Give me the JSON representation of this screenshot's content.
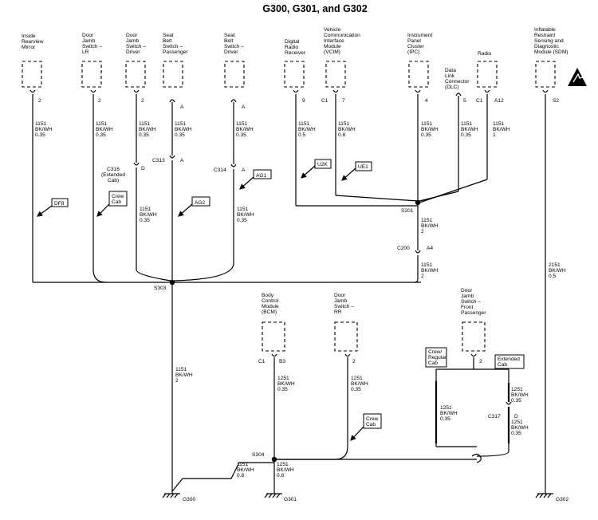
{
  "title": "G300, G301, and G302",
  "components": {
    "inside_mirror": [
      "Inside",
      "Rearview",
      "Mirror"
    ],
    "door_jamb_lr": [
      "Door",
      "Jamb",
      "Switch –",
      "LR"
    ],
    "door_jamb_driver": [
      "Door",
      "Jamb",
      "Switch –",
      "Driver"
    ],
    "seat_belt_passenger": [
      "Seat",
      "Belt",
      "Switch –",
      "Passenger"
    ],
    "seat_belt_driver": [
      "Seat",
      "Belt",
      "Switch –",
      "Driver"
    ],
    "digital_radio": [
      "Digital",
      "Radio",
      "Receiver"
    ],
    "vcim": [
      "Vehicle",
      "Communication",
      "Interface",
      "Module",
      "(VCIM)"
    ],
    "ipc": [
      "Instrument",
      "Panel",
      "Cluster",
      "(IPC)"
    ],
    "dlc": [
      "Data",
      "Link",
      "Connector",
      "(DLC)"
    ],
    "radio": [
      "Radio"
    ],
    "sdm": [
      "Inflatable",
      "Restraint",
      "Sensing and",
      "Diagnostic",
      "Module (SDM)"
    ],
    "bcm": [
      "Body",
      "Control",
      "Module",
      "(BCM)"
    ],
    "door_jamb_rr": [
      "Door",
      "Jamb",
      "Switch –",
      "RR"
    ],
    "door_jamb_front_passenger": [
      "Door",
      "Jamb",
      "Switch –",
      "Front",
      "Passenger"
    ]
  },
  "pins": {
    "inside_mirror": "2",
    "door_jamb_lr": "2",
    "door_jamb_driver": "2",
    "seat_belt_passenger": "A",
    "seat_belt_driver": "A",
    "digital_radio": "9",
    "vcim_conn": "C1",
    "vcim": "7",
    "ipc": "4",
    "dlc": "5",
    "radio_conn": "C1",
    "radio": "A12",
    "sdm": "S2",
    "bcm_conn": "C1",
    "bcm": "B3",
    "door_jamb_rr": "2",
    "door_jamb_front_passenger": "2"
  },
  "wires": {
    "w1": [
      "1151",
      "BK/WH",
      "0.35"
    ],
    "w2": [
      "1151",
      "BK/WH",
      "0.35"
    ],
    "w3": [
      "1151",
      "BK/WH",
      "0.35"
    ],
    "w4": [
      "1151",
      "BK/WH",
      "0.35"
    ],
    "w5": [
      "1151",
      "BK/WH",
      "0.35"
    ],
    "w6": [
      "1151",
      "BK/WH",
      "0.5"
    ],
    "w7": [
      "1151",
      "BK/WH",
      "0.8"
    ],
    "w8": [
      "1151",
      "BK/WH",
      "0.35"
    ],
    "w9": [
      "1151",
      "BK/WH",
      "0.35"
    ],
    "w10": [
      "1151",
      "BK/WH",
      "1"
    ],
    "w11": [
      "1151",
      "BK/WH",
      "0.35"
    ],
    "w12": [
      "1151",
      "BK/WH",
      "0.35"
    ],
    "w13": [
      "1151",
      "BK/WH",
      "2"
    ],
    "w14": [
      "1151",
      "BK/WH",
      "2"
    ],
    "w15": [
      "2151",
      "BK/WH",
      "0.5"
    ],
    "w16": [
      "1151",
      "BK/WH",
      "2"
    ],
    "w17": [
      "1251",
      "BK/WH",
      "0.35"
    ],
    "w18": [
      "1251",
      "BK/WH",
      "0.35"
    ],
    "w19": [
      "1251",
      "BK/WH",
      "0.35"
    ],
    "w20": [
      "1251",
      "BK/WH",
      "0.35"
    ],
    "w21": [
      "1151",
      "BK/WH",
      "0.8"
    ],
    "w22": [
      "1251",
      "BK/WH",
      "0.8"
    ]
  },
  "connectors": {
    "c316": [
      "C316",
      "(Extended",
      "Cab)"
    ],
    "c316_pin": "D",
    "c313": "C313",
    "c313_pin": "A",
    "c314": "C314",
    "c314_pin": "A",
    "c200": "C200",
    "c200_pin": "A4",
    "c317": "C317",
    "c317_pin": "D"
  },
  "splices": {
    "s303": "S303",
    "s201": "S201",
    "s304": "S304"
  },
  "grounds": {
    "g300": "G300",
    "g301": "G301",
    "g302": "G302"
  },
  "options": {
    "df8": "DF8",
    "crew_cab_1": [
      "Crew",
      "Cab"
    ],
    "ag2": "AG2",
    "ag1": "AG1",
    "u2k": "U2K",
    "ue1": "UE1",
    "crew_cab_2": [
      "Crew",
      "Cab"
    ],
    "crew_regular": [
      "Crew/",
      "Regular",
      "Cab"
    ],
    "extended": [
      "Extended",
      "Cab"
    ]
  },
  "icon_colors": {
    "line": "#000000",
    "background": "#ffffff"
  }
}
